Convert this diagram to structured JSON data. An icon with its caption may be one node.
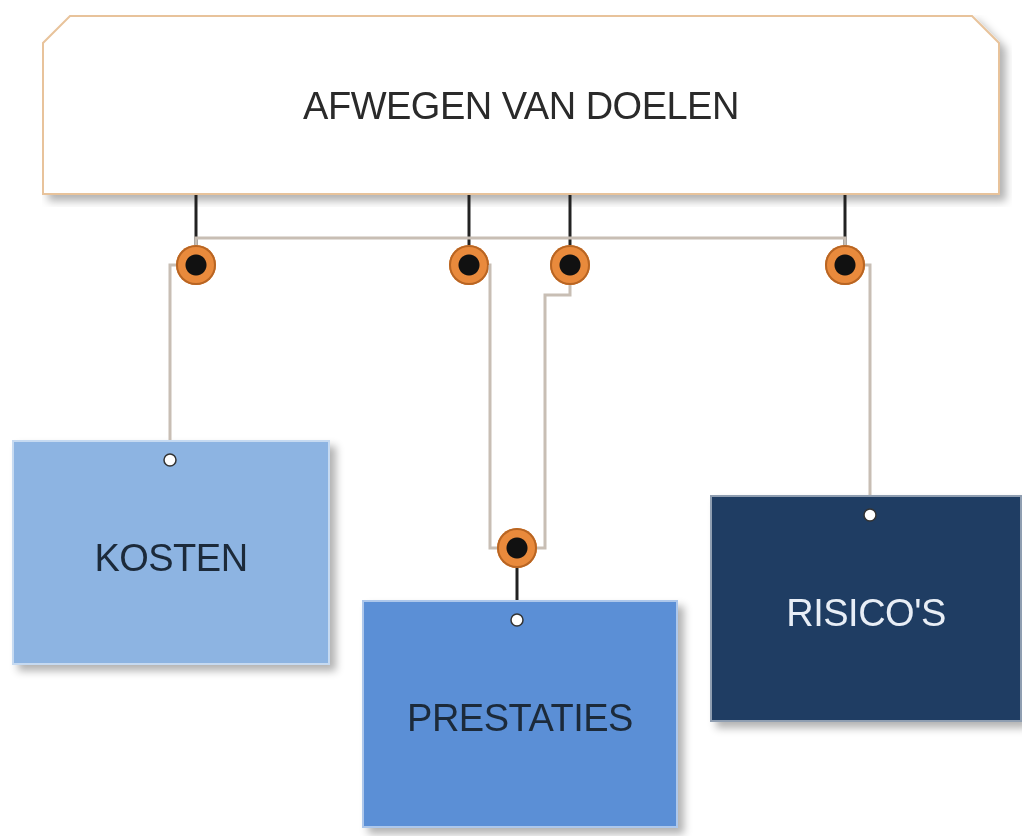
{
  "diagram": {
    "nodes": [
      {
        "text": [
          "AFWEGEN VAN DOELEN"
        ]
      },
      {
        "text": [
          "KOSTEN"
        ]
      },
      {
        "text": [
          "PRESTATIES"
        ]
      },
      {
        "text": [
          "RISICO'S"
        ]
      },
      {
        "text": [],
        "shape": "circle"
      },
      {
        "text": [],
        "shape": "circle"
      },
      {
        "text": [],
        "shape": "circle"
      },
      {
        "text": [],
        "shape": "circle"
      },
      {
        "text": [],
        "shape": "circle"
      }
    ],
    "edges": [
      {
        "from": 0,
        "to": 4,
        "arrow": "none",
        "color": "#222222"
      },
      {
        "from": 0,
        "to": 5,
        "arrow": "none",
        "color": "#222222"
      },
      {
        "from": 0,
        "to": 6,
        "arrow": "none",
        "color": "#222222"
      },
      {
        "from": 0,
        "to": 7,
        "arrow": "none",
        "color": "#222222"
      },
      {
        "from": 4,
        "to": 7,
        "arrow": "none",
        "color": "#c8beb4"
      },
      {
        "from": 4,
        "to": 1,
        "arrow": "other",
        "color": "#c8beb4"
      },
      {
        "from": 5,
        "to": 8,
        "arrow": "none",
        "color": "#c8beb4"
      },
      {
        "from": 6,
        "to": 8,
        "arrow": "none",
        "color": "#c8beb4"
      },
      {
        "from": 7,
        "to": 3,
        "arrow": "other",
        "color": "#c8beb4"
      },
      {
        "from": 8,
        "to": 2,
        "arrow": "other",
        "color": "#222222"
      }
    ]
  }
}
